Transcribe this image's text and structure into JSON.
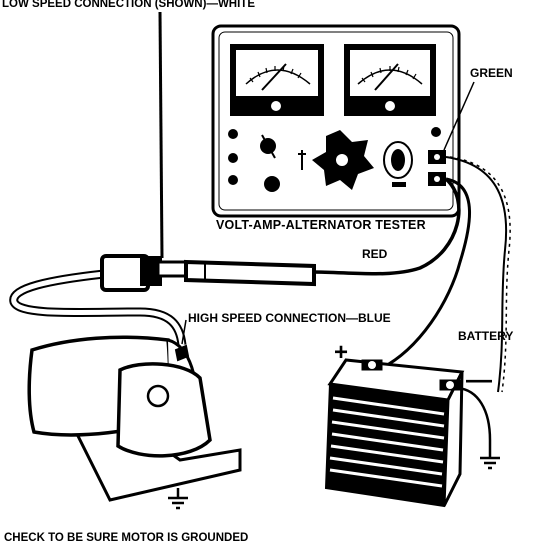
{
  "labels": {
    "low_speed": "LOW SPEED CONNECTION (SHOWN)—WHITE",
    "green": "GREEN",
    "tester": "VOLT-AMP-ALTERNATOR TESTER",
    "red": "RED",
    "high_speed": "HIGH SPEED CONNECTION—BLUE",
    "battery": "BATTERY",
    "plus": "+",
    "minus": "—",
    "footer": "CHECK TO BE SURE MOTOR IS GROUNDED"
  },
  "colors": {
    "ink": "#000000",
    "paper": "#ffffff"
  }
}
